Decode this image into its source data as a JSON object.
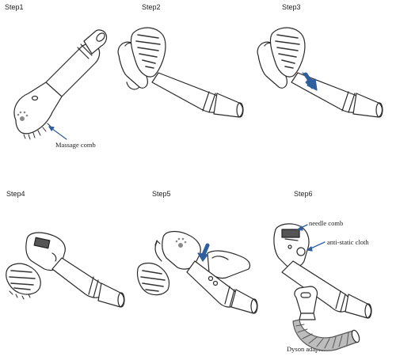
{
  "steps": [
    {
      "label": "Step1"
    },
    {
      "label": "Step2"
    },
    {
      "label": "Step3"
    },
    {
      "label": "Step4"
    },
    {
      "label": "Step5"
    },
    {
      "label": "Step6"
    }
  ],
  "annotations": {
    "massage_comb": "Massage comb",
    "needle_comb": "needle comb",
    "anti_static_cloth": "anti-static cloth",
    "dyson_adapter": "Dyson adapter"
  },
  "colors": {
    "outline": "#2a2a2a",
    "arrow_blue": "#2f5f9e",
    "ring_gray": "#777777",
    "hose_gray": "#bdbdbd"
  },
  "icons": [
    "paw-print-icon",
    "down-arrow-icon",
    "push-arrow-icon",
    "rotate-arrow-icon"
  ]
}
